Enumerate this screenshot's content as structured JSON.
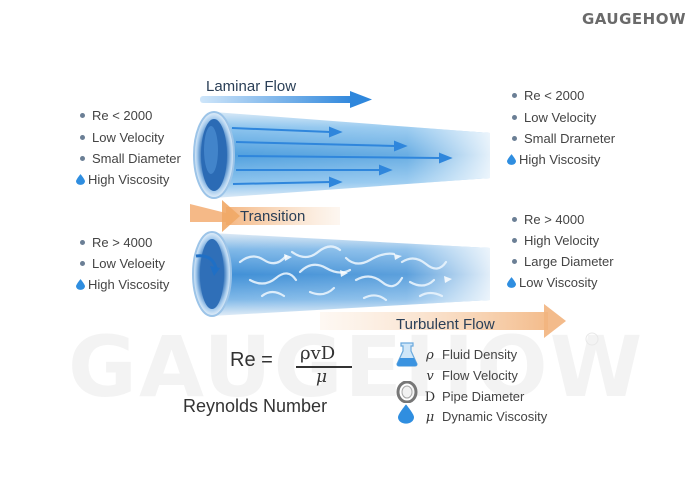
{
  "brand": "GAUGEHOW",
  "watermark": "GAUGEHOW",
  "laminar": {
    "title": "Laminar Flow",
    "left": [
      {
        "text": "Re < 2000",
        "marker": "bullet"
      },
      {
        "text": "Low Velocity",
        "marker": "bullet"
      },
      {
        "text": "Small Diameter",
        "marker": "bullet"
      },
      {
        "text": "High Viscosity",
        "marker": "drop-icon"
      }
    ],
    "right": [
      {
        "text": "Re < 2000",
        "marker": "bullet"
      },
      {
        "text": "Low Velocity",
        "marker": "bullet"
      },
      {
        "text": "Small Drarneter",
        "marker": "bullet"
      },
      {
        "text": "High Viscosity",
        "marker": "drop-icon"
      }
    ]
  },
  "transition": {
    "title": "Transition"
  },
  "turbulent": {
    "title": "Turbulent Flow",
    "left": [
      {
        "text": "Re > 4000",
        "marker": "bullet"
      },
      {
        "text": "Low Veloeity",
        "marker": "bullet"
      },
      {
        "text": "High Viscosity",
        "marker": "drop-icon"
      }
    ],
    "right": [
      {
        "text": "Re > 4000",
        "marker": "bullet"
      },
      {
        "text": "High Velocity",
        "marker": "bullet"
      },
      {
        "text": "Large Diameter",
        "marker": "bullet"
      },
      {
        "text": "Low Viscosity",
        "marker": "drop-icon"
      }
    ]
  },
  "formula": {
    "lhs": "Re =",
    "numerator": "ρvD",
    "denominator": "μ",
    "caption": "Reynolds Number"
  },
  "legend": [
    {
      "symbol": "ρ",
      "label": "Fluid Density",
      "icon": "beaker-icon"
    },
    {
      "symbol": "v",
      "label": "Flow Velocity",
      "icon": "none"
    },
    {
      "symbol": "D",
      "label": "Pipe Diameter",
      "icon": "pipe-ring-icon"
    },
    {
      "symbol": "μ",
      "label": "Dynamic Viscosity",
      "icon": "drop-icon"
    }
  ],
  "colors": {
    "pipe_blue": "#5fa8e0",
    "pipe_dark": "#1f5fa5",
    "arrow_blue": "#3b8fde",
    "transition_orange": "#f2a35c",
    "bullet": "#6b7f95",
    "drop": "#2f8ee0"
  }
}
